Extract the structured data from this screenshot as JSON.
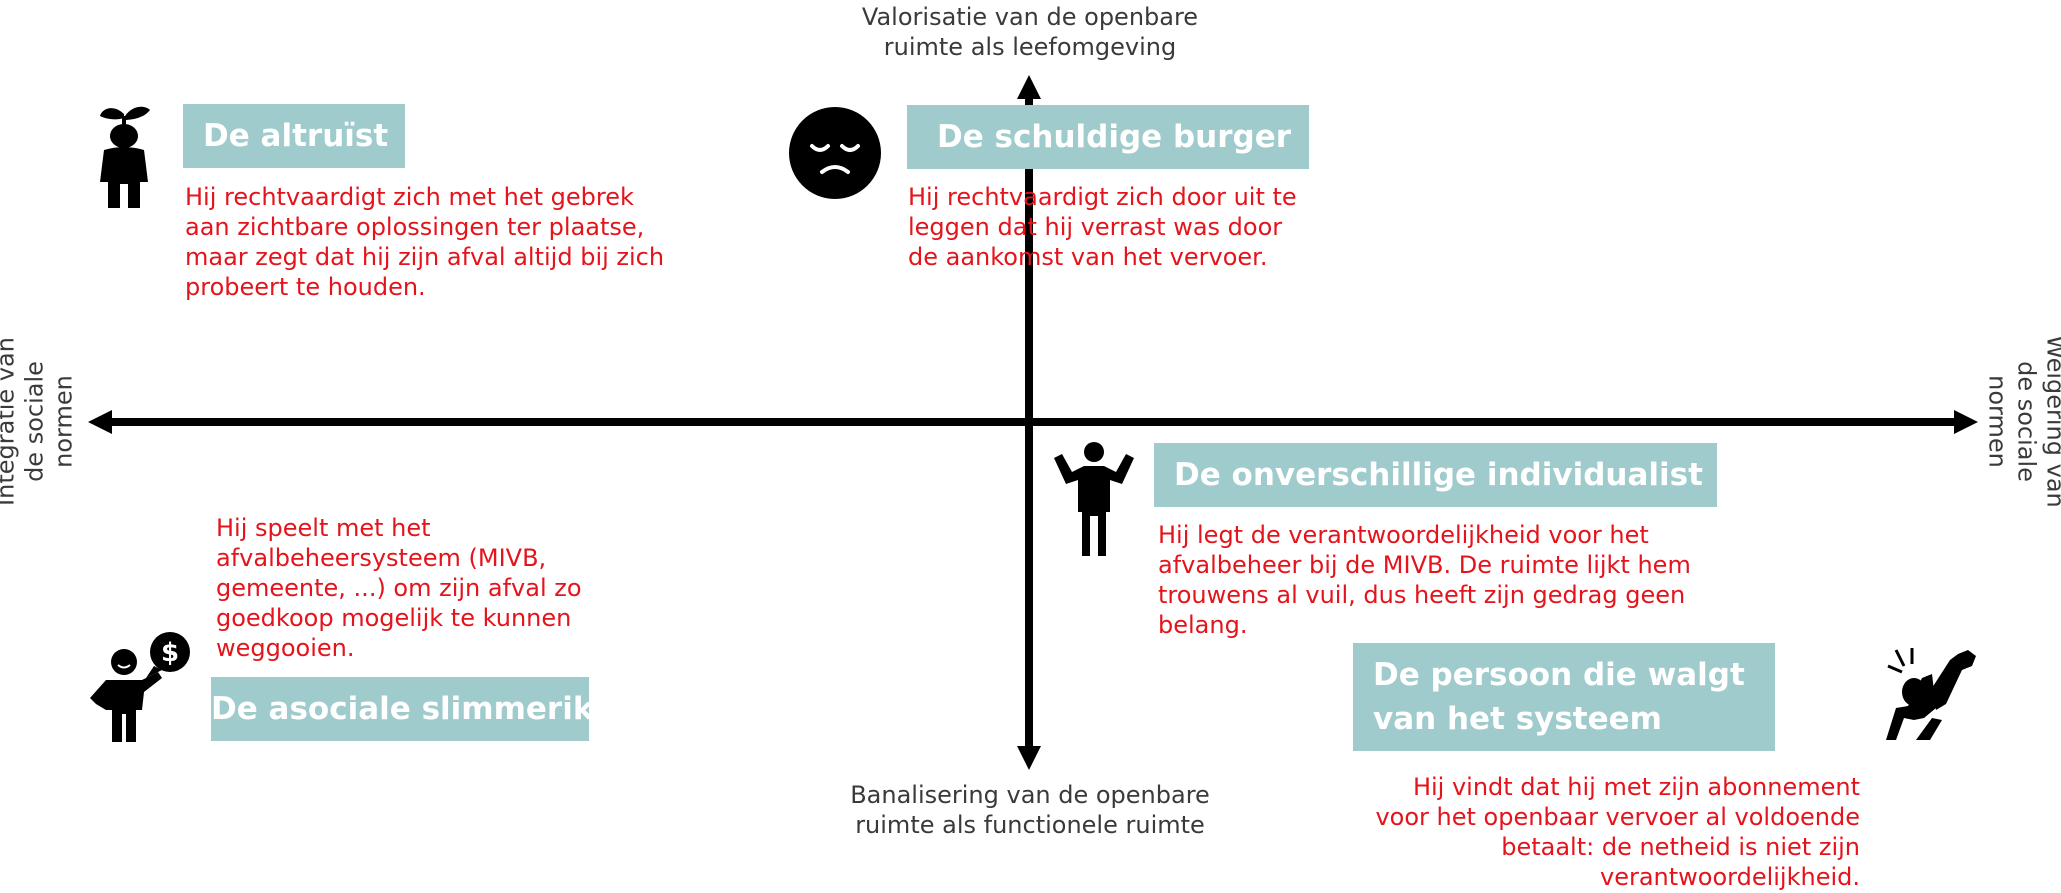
{
  "axes": {
    "top": "Valorisatie van de openbare\nruimte als leefomgeving",
    "bottom": "Banalisering van de openbare\nruimte als functionele ruimte",
    "left": "Integratie van\nde sociale\nnormen",
    "right": "Weigering van\nde sociale\nnormen"
  },
  "profiles": {
    "altruist": {
      "title": "De altruïst",
      "description": "Hij rechtvaardigt zich met het gebrek aan zichtbare oplossingen ter plaatse, maar zegt dat hij zijn afval altijd bij zich probeert te houden.",
      "icon": "plant-head-person-icon"
    },
    "guilty": {
      "title": "De schuldige burger",
      "description": "Hij rechtvaardigt zich door uit te leggen dat hij verrast was door de aankomst van het vervoer.",
      "icon": "sad-face-icon"
    },
    "indifferent": {
      "title": "De onverschillige individualist",
      "description": "Hij legt de verantwoordelijkheid voor het afvalbeheer bij de MIVB. De ruimte lijkt hem trouwens al vuil, dus heeft zijn gedrag geen belang.",
      "icon": "shrugging-person-icon"
    },
    "asocial": {
      "title": "De asociale slimmerik",
      "description": "Hij speelt met het afvalbeheersysteem (MIVB, gemeente, ...) om zijn afval zo goedkoop mogelijk te kunnen weggooien.",
      "icon": "person-money-speech-icon"
    },
    "disgusted": {
      "title": "De persoon die walgt\nvan het systeem",
      "description": "Hij vindt dat hij met zijn abonnement voor het openbaar vervoer al voldoende betaalt: de netheid is niet zijn verantwoordelijkheid.",
      "icon": "angry-person-fist-icon"
    }
  },
  "colors": {
    "title_bg": "#9fcbcd",
    "description_text": "#e3141c",
    "axis": "#000000"
  }
}
